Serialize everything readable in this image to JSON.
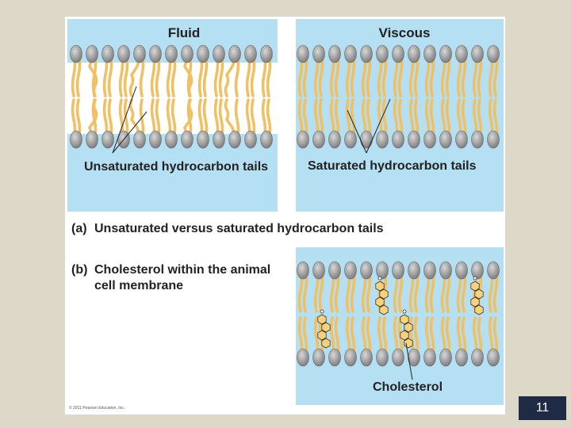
{
  "panels": {
    "fluid_title": "Fluid",
    "viscous_title": "Viscous",
    "unsaturated_label": "Unsaturated hydrocarbon tails",
    "saturated_label": "Saturated hydrocarbon tails"
  },
  "captions": {
    "a_tag": "(a)",
    "a_text": "Unsaturated versus saturated hydrocarbon tails",
    "b_tag": "(b)",
    "b_text": "Cholesterol within the animal cell membrane"
  },
  "cholesterol_label": "Cholesterol",
  "copyright": "© 2011 Pearson Education, Inc.",
  "page_number": "11",
  "colors": {
    "background": "#ddd8c8",
    "water_blue": "#b5dff2",
    "lipid_head": "#9a9a9a",
    "lipid_tail": "#f0c064",
    "page_box": "#1f2a44"
  }
}
